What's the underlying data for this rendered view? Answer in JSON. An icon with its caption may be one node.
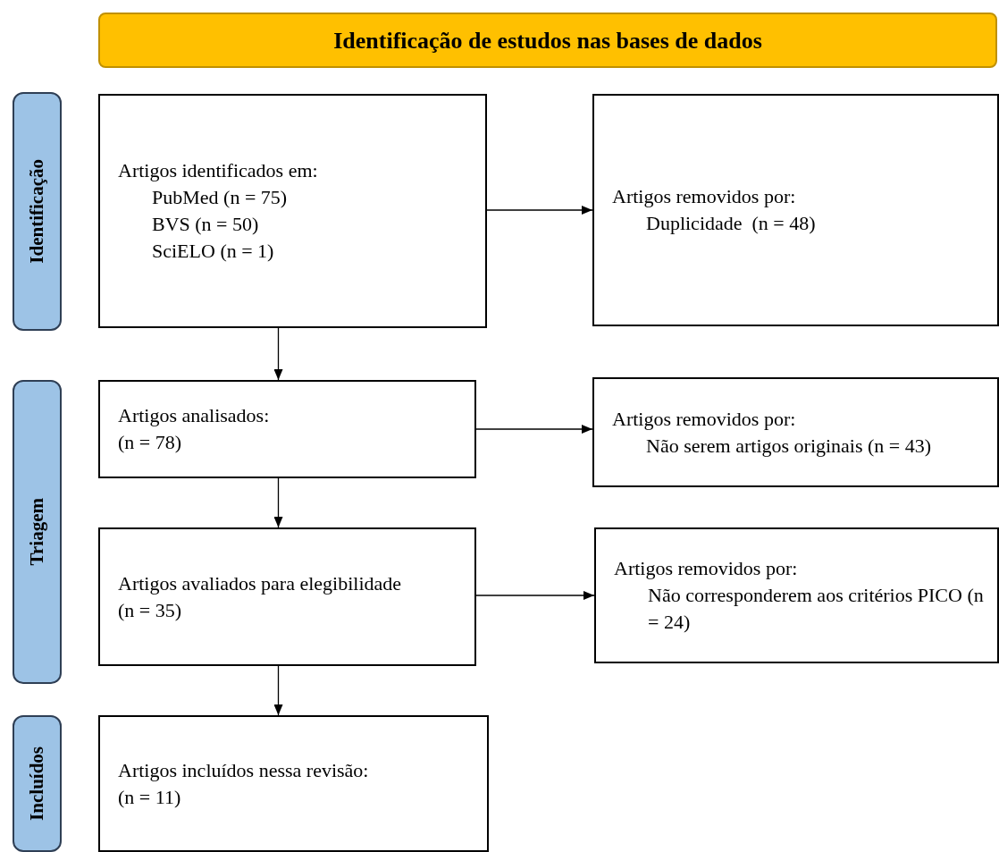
{
  "diagram": {
    "nodes": [
      {
        "text": [
          "Identificação de estudos nas bases de dados"
        ]
      },
      {
        "text": [
          "Identificação"
        ]
      },
      {
        "text": [
          "Artigos identificados em:",
          "PubMed (n = 75)",
          "BVS (n = 50)",
          "SciELO (n = 1)"
        ]
      },
      {
        "text": [
          "Artigos removidos por:",
          "Duplicidade  (n = 48)"
        ]
      },
      {
        "text": [
          "Triagem"
        ]
      },
      {
        "text": [
          "Artigos analisados:",
          "(n = 78)"
        ]
      },
      {
        "text": [
          "Artigos removidos por:",
          "Não serem artigos originais (n = 43)"
        ]
      },
      {
        "text": [
          "Artigos avaliados para elegibilidade",
          "(n = 35)"
        ]
      },
      {
        "text": [
          "Artigos removidos por:",
          "Não corresponderem aos critérios PICO (n = 24)"
        ]
      },
      {
        "text": [
          "Incluídos"
        ]
      },
      {
        "text": [
          "Artigos incluídos nessa revisão:",
          "(n = 11)"
        ]
      }
    ],
    "edges": [
      {
        "from": 2,
        "to": 3,
        "arrow": "to"
      },
      {
        "from": 2,
        "to": 5,
        "arrow": "to"
      },
      {
        "from": 5,
        "to": 6,
        "arrow": "to"
      },
      {
        "from": 5,
        "to": 7,
        "arrow": "to"
      },
      {
        "from": 7,
        "to": 8,
        "arrow": "to"
      },
      {
        "from": 7,
        "to": 10,
        "arrow": "to"
      }
    ]
  }
}
